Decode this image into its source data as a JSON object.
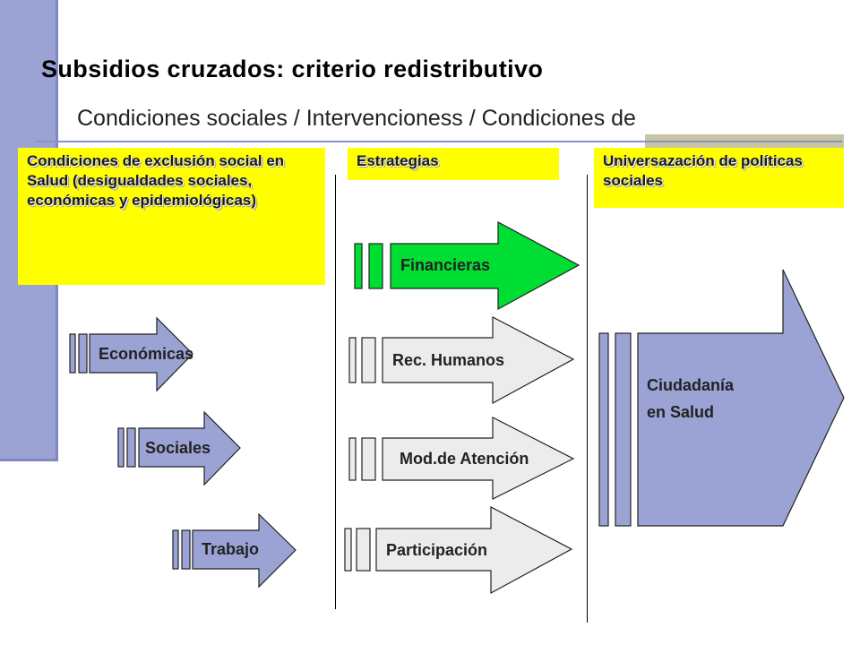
{
  "title": "Subsidios cruzados: criterio redistributivo",
  "subtitle": "Condiciones sociales / Intervencioness / Condiciones de",
  "columns": {
    "conditions": "Condiciones de exclusión social en Salud (desigualdades sociales, económicas y epidemiológicas)",
    "strategies": "Estrategias",
    "universalization": "Universazación de políticas sociales"
  },
  "conditions_arrows": [
    {
      "label": "Económicas"
    },
    {
      "label": "Sociales"
    },
    {
      "label": "Trabajo"
    }
  ],
  "strategy_arrows": [
    {
      "label": "Financieras",
      "highlight": true
    },
    {
      "label": "Rec. Humanos",
      "highlight": false
    },
    {
      "label": "Mod.de Atención",
      "highlight": false
    },
    {
      "label": "Participación",
      "highlight": false
    }
  ],
  "outcome": {
    "line1": "Ciudadanía",
    "line2": "en Salud"
  },
  "colors": {
    "yellow": "#ffff00",
    "blue_arrow": "#9aa3d4",
    "green_arrow": "#00dd33",
    "gray_arrow": "#ececec"
  }
}
